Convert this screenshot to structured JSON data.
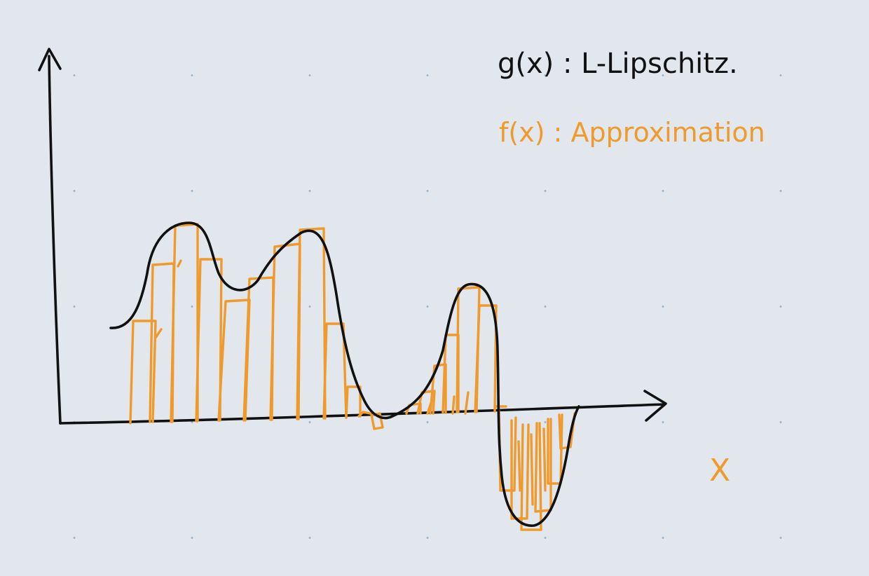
{
  "labels": {
    "g_label": "g(x) : L-Lipschitz.",
    "f_label": "f(x) : Approximation",
    "x_label": "X"
  },
  "colors": {
    "background": "#e1e7ec",
    "grid_dots": "#97b7d3",
    "black_ink": "#111111",
    "orange_ink": "#ef9a2c"
  }
}
